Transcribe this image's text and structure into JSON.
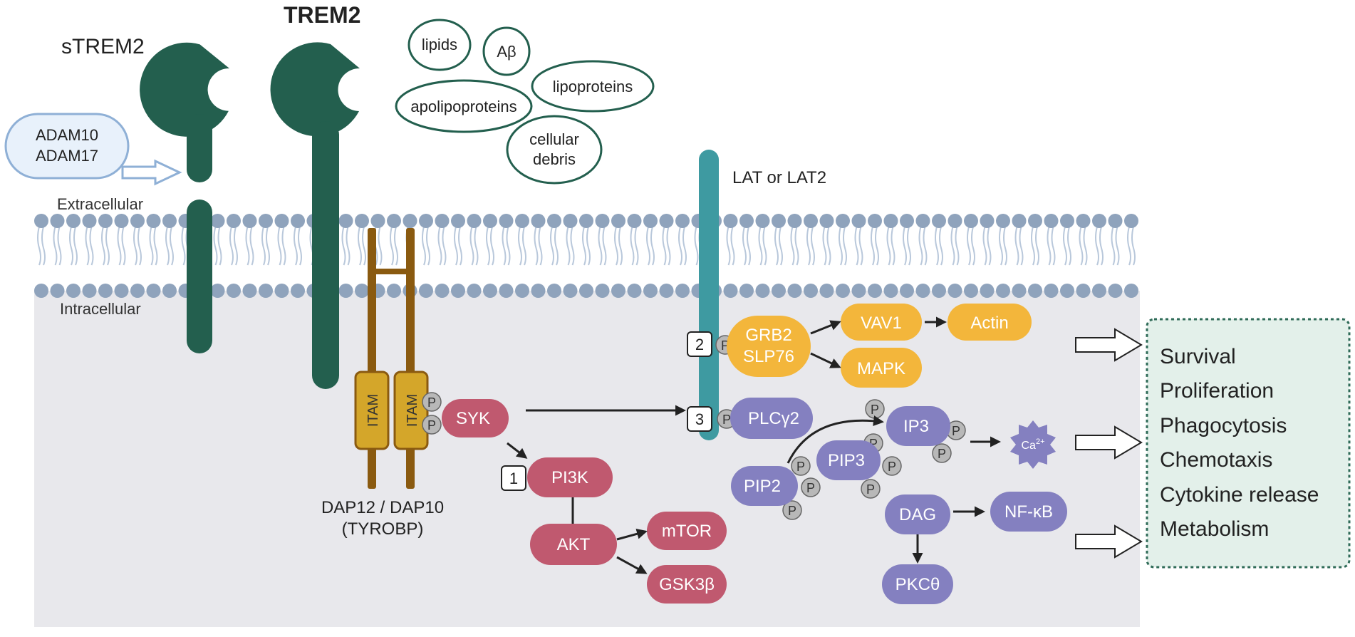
{
  "colors": {
    "trem2": "#235f4e",
    "membrane_head": "#8fa3bc",
    "membrane_tail": "#b9c8db",
    "cytoplasm": "#e8e8ec",
    "adam_fill": "#e8f1fb",
    "adam_stroke": "#8fb0d6",
    "lat": "#3e9aa1",
    "dap12": "#8a5a10",
    "itam": "#d4a62a",
    "phospho": "#b8b8b8",
    "orange": "#f3b63b",
    "red": "#c0596f",
    "purple": "#8480c0",
    "outcome_fill": "#e3f0ea",
    "outcome_border": "#2f6b58",
    "arrow": "#222222"
  },
  "labels": {
    "strem2": "sTREM2",
    "trem2": "TREM2",
    "adam10": "ADAM10",
    "adam17": "ADAM17",
    "extracellular": "Extracellular",
    "intracellular": "Intracellular",
    "lat": "LAT or LAT2",
    "dap_line1": "DAP12 / DAP10",
    "dap_line2": "(TYROBP)",
    "itam": "ITAM",
    "p": "P",
    "calcium": "Ca",
    "calcium_sup": "2+"
  },
  "ligands": {
    "lipids": "lipids",
    "abeta": "Aβ",
    "lipoproteins": "lipoproteins",
    "apolipoproteins": "apolipoproteins",
    "debris_line1": "cellular",
    "debris_line2": "debris"
  },
  "nodes": {
    "grb2": "GRB2",
    "slp76": "SLP76",
    "vav1": "VAV1",
    "actin": "Actin",
    "mapk": "MAPK",
    "syk": "SYK",
    "plcg2": "PLCγ2",
    "pi3k": "PI3K",
    "akt": "AKT",
    "mtor": "mTOR",
    "gsk3b": "GSK3β",
    "ip3": "IP3",
    "pip3": "PIP3",
    "pip2": "PIP2",
    "dag": "DAG",
    "nfkb": "NF-κB",
    "pkc": "PKCθ"
  },
  "steps": {
    "one": "1",
    "two": "2",
    "three": "3"
  },
  "outcomes": [
    "Survival",
    "Proliferation",
    "Phagocytosis",
    "Chemotaxis",
    "Cytokine release",
    "Metabolism"
  ]
}
